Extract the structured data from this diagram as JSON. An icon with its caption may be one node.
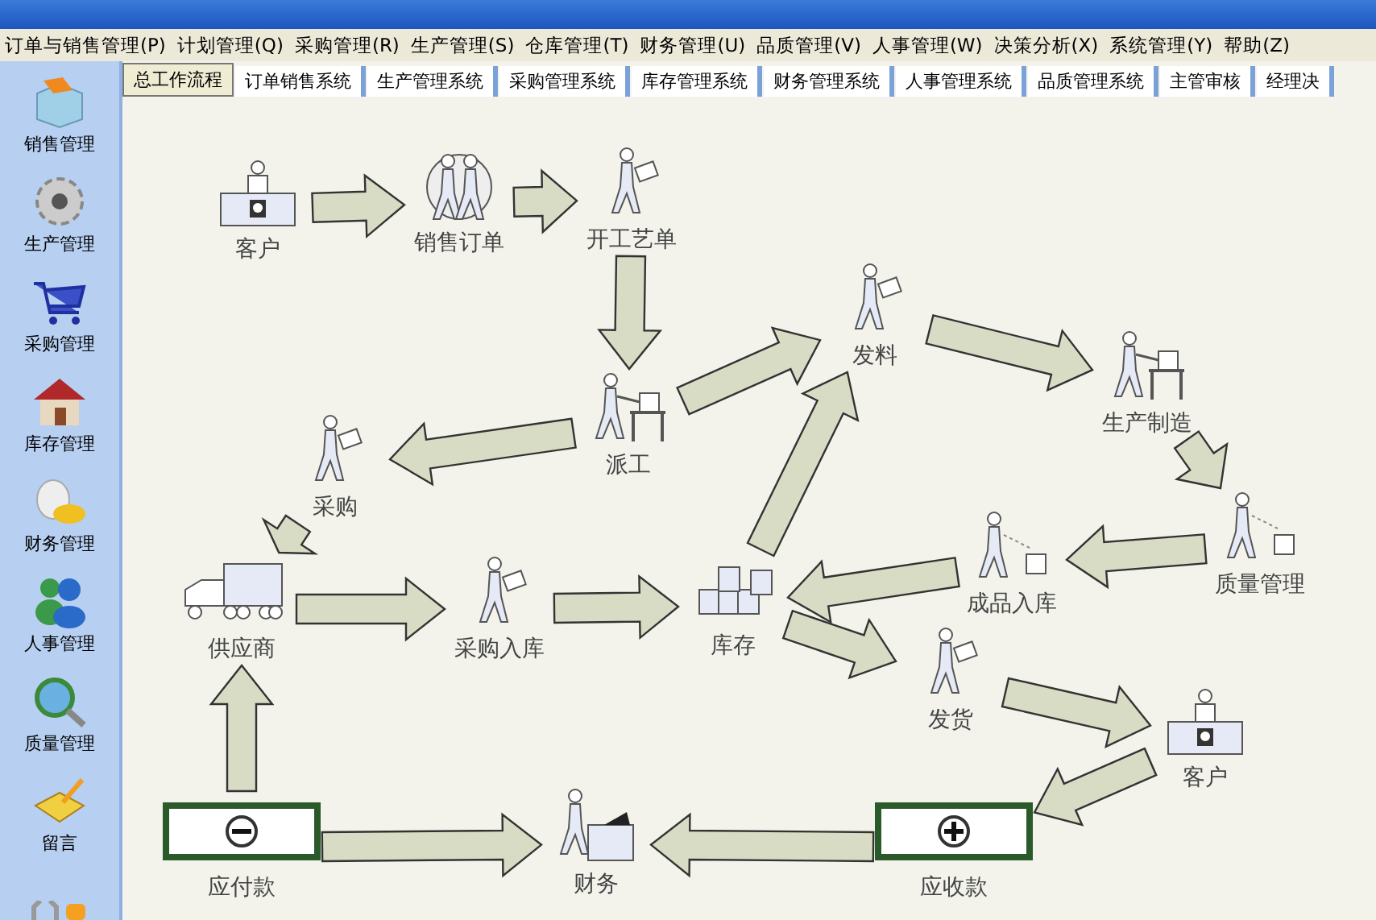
{
  "diagram": {
    "nodes": [
      {
        "text": [
          "客户"
        ]
      },
      {
        "text": [
          "销售订单"
        ]
      },
      {
        "text": [
          "开工艺单"
        ]
      },
      {
        "text": [
          "派工"
        ]
      },
      {
        "text": [
          "发料"
        ]
      },
      {
        "text": [
          "采购"
        ]
      },
      {
        "text": [
          "生产制造"
        ]
      },
      {
        "text": [
          "供应商"
        ]
      },
      {
        "text": [
          "采购入库"
        ]
      },
      {
        "text": [
          "库存"
        ]
      },
      {
        "text": [
          "成品入库"
        ]
      },
      {
        "text": [
          "质量管理"
        ]
      },
      {
        "text": [
          "发货"
        ]
      },
      {
        "text": [
          "客户"
        ]
      },
      {
        "text": [
          "应付款"
        ]
      },
      {
        "text": [
          "财务"
        ]
      },
      {
        "text": [
          "应收款"
        ]
      }
    ],
    "edges": [
      {
        "from": 0,
        "to": 1,
        "arrow": "to"
      },
      {
        "from": 1,
        "to": 2,
        "arrow": "to"
      },
      {
        "from": 2,
        "to": 3,
        "arrow": "to"
      },
      {
        "from": 3,
        "to": 5,
        "arrow": "to"
      },
      {
        "from": 3,
        "to": 4,
        "arrow": "to"
      },
      {
        "from": 4,
        "to": 6,
        "arrow": "to"
      },
      {
        "from": 6,
        "to": 11,
        "arrow": "to"
      },
      {
        "from": 11,
        "to": 10,
        "arrow": "to"
      },
      {
        "from": 10,
        "to": 9,
        "arrow": "to"
      },
      {
        "from": 9,
        "to": 4,
        "arrow": "to"
      },
      {
        "from": 5,
        "to": 7,
        "arrow": "to"
      },
      {
        "from": 7,
        "to": 8,
        "arrow": "to"
      },
      {
        "from": 8,
        "to": 9,
        "arrow": "to"
      },
      {
        "from": 9,
        "to": 12,
        "arrow": "to"
      },
      {
        "from": 12,
        "to": 13,
        "arrow": "to"
      },
      {
        "from": 13,
        "to": 16,
        "arrow": "to"
      },
      {
        "from": 16,
        "to": 15,
        "arrow": "to"
      },
      {
        "from": 14,
        "to": 15,
        "arrow": "to"
      },
      {
        "from": 14,
        "to": 7,
        "arrow": "to"
      }
    ],
    "labels": [
      "订单与销售管理(P)",
      "计划管理(Q)",
      "采购管理(R)",
      "生产管理(S)",
      "仓库管理(T)",
      "财务管理(U)",
      "品质管理(V)",
      "人事管理(W)",
      "决策分析(X)",
      "系统管理(Y)",
      "帮助(Z)",
      "总工作流程",
      "订单销售系统",
      "生产管理系统",
      "采购管理系统",
      "库存管理系统",
      "财务管理系统",
      "人事管理系统",
      "品质管理系统",
      "主管审核",
      "经理决",
      "销售管理",
      "生产管理",
      "采购管理",
      "库存管理",
      "财务管理",
      "人事管理",
      "质量管理",
      "留言"
    ]
  }
}
